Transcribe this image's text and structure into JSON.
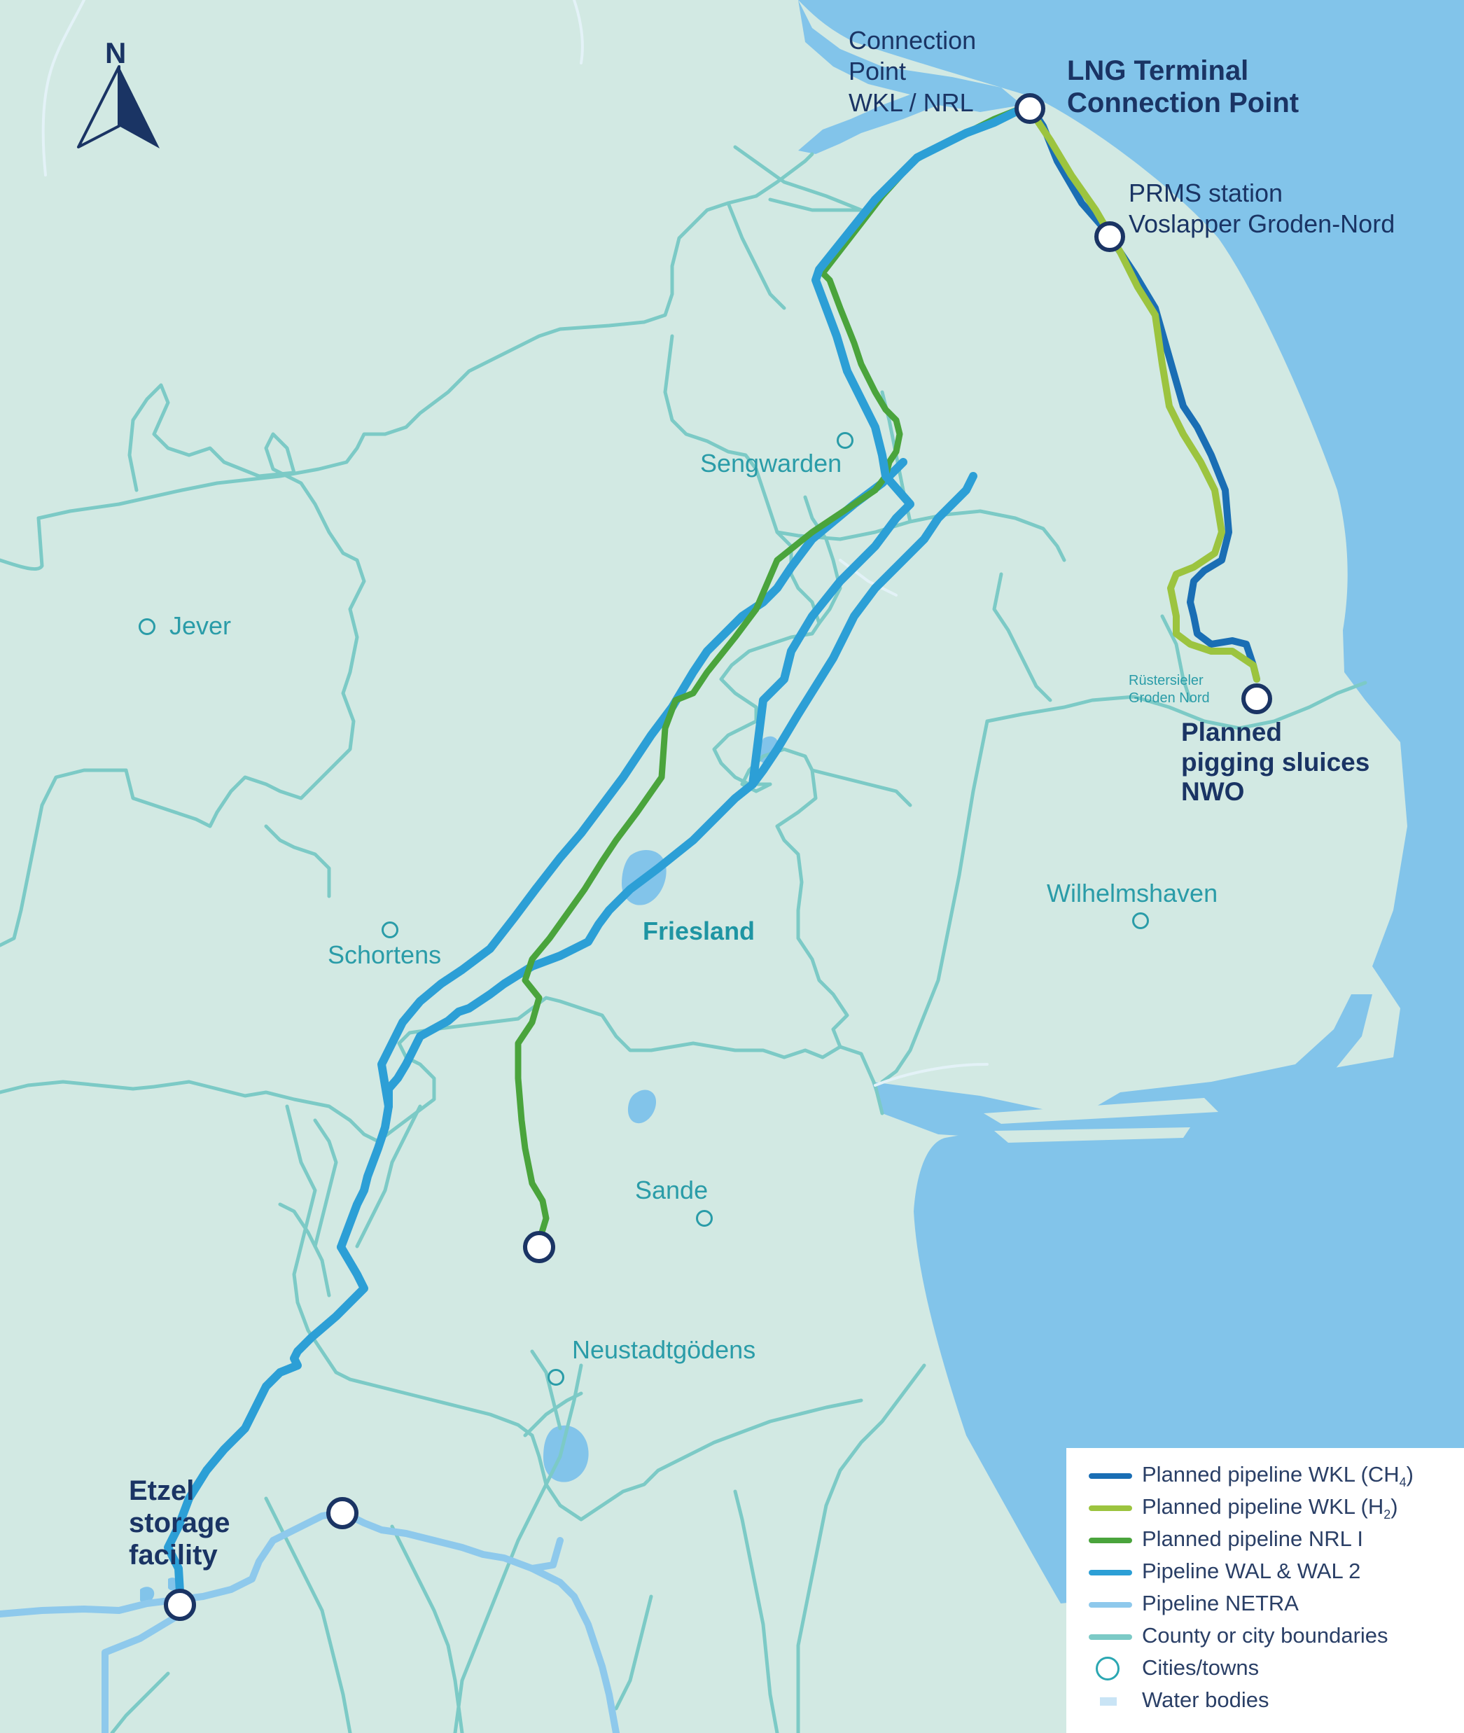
{
  "map": {
    "north_label": "N",
    "towns": {
      "jever": "Jever",
      "sengwarden": "Sengwarden",
      "schortens": "Schortens",
      "wilhelmshaven": "Wilhelmshaven",
      "sande": "Sande",
      "neustadtgoedens": "Neustadtgödens"
    },
    "region_label": "Friesland",
    "small_place_label": {
      "line1": "Rüstersieler",
      "line2": "Groden Nord"
    },
    "points": {
      "connection_wkl_nrl": [
        "Connection",
        "Point",
        "WKL / NRL"
      ],
      "lng_terminal": [
        "LNG Terminal",
        "Connection Point"
      ],
      "prms_station": [
        "PRMS station",
        "Voslapper Groden-Nord"
      ],
      "pigging_sluices": [
        "Planned",
        "pigging sluices",
        "NWO"
      ],
      "etzel": [
        "Etzel",
        "storage",
        "facility"
      ]
    }
  },
  "legend": {
    "items": [
      {
        "label": "Planned pipeline WKL (CH",
        "sub": "4",
        "suffix": ")",
        "color": "#1a6eb4",
        "type": "line"
      },
      {
        "label": "Planned pipeline WKL (H",
        "sub": "2",
        "suffix": ")",
        "color": "#9cc43f",
        "type": "line"
      },
      {
        "label": "Planned pipeline NRL I",
        "color": "#4aa43c",
        "type": "line"
      },
      {
        "label": "Pipeline WAL & WAL 2",
        "color": "#2c9fd6",
        "type": "line"
      },
      {
        "label": "Pipeline NETRA",
        "color": "#8ec9ec",
        "type": "line"
      },
      {
        "label": "County or city boundaries",
        "color": "#7ccac6",
        "type": "line"
      },
      {
        "label": "Cities/towns",
        "color": "#2ba7b2",
        "type": "circle"
      },
      {
        "label": "Water bodies",
        "color": "#c9e4f5",
        "type": "water"
      }
    ]
  },
  "colors": {
    "land": "#d2e9e3",
    "sea": "#82c4ea",
    "boundary": "#7ccac6",
    "wkl_ch4": "#1a6eb4",
    "wkl_h2": "#9cc43f",
    "nrl": "#4aa43c",
    "wal": "#2c9fd6",
    "netra": "#8ec9ec",
    "label_dark": "#1a3464",
    "town_teal": "#2a9ca8"
  }
}
